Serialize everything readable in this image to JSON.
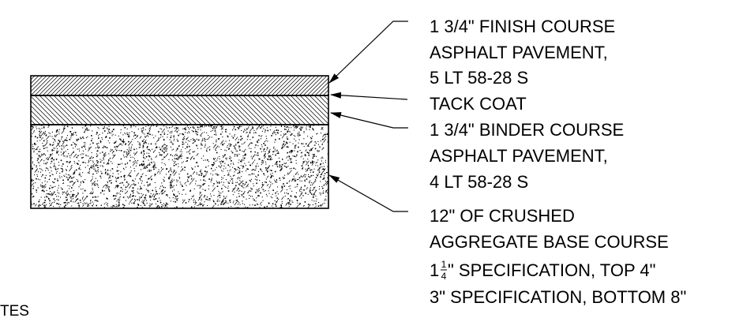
{
  "labels": {
    "finish_course": {
      "line1": "1 3/4\" FINISH COURSE",
      "line2": "ASPHALT PAVEMENT,",
      "line3": "5 LT 58-28 S"
    },
    "tack_coat": "TACK COAT",
    "binder_course": {
      "line1": "1 3/4\" BINDER COURSE",
      "line2": "ASPHALT PAVEMENT,",
      "line3": "4 LT 58-28 S"
    },
    "aggregate_base": {
      "line1": "12\"  OF CRUSHED",
      "line2": "AGGREGATE BASE COURSE",
      "line3_prefix": "1",
      "line3_frac_num": "1",
      "line3_frac_den": "4",
      "line3_rest": "\" SPECIFICATION, TOP 4\"",
      "line4": "3\" SPECIFICATION, BOTTOM 8\""
    },
    "notes_fragment": "TES"
  },
  "colors": {
    "ink": "#000000",
    "background": "#ffffff"
  }
}
